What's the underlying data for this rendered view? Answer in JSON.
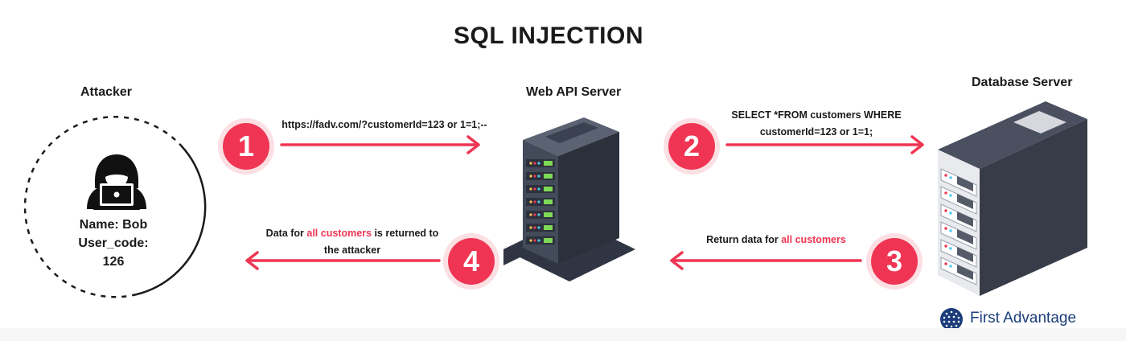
{
  "title": "SQL INJECTION",
  "nodes": {
    "attacker": {
      "label": "Attacker",
      "name_line": "Name: Bob",
      "code_line1": "User_code:",
      "code_line2": "126"
    },
    "web_server": {
      "label": "Web  API Server"
    },
    "db_server": {
      "label": "Database Server"
    }
  },
  "steps": [
    {
      "number": "1",
      "text": "https://fadv.com/?customerId=123 or 1=1;--"
    },
    {
      "number": "2",
      "line1": "SELECT *FROM customers WHERE",
      "line2": "customerId=123 or 1=1;"
    },
    {
      "number": "3",
      "prefix": "Return  data for ",
      "highlight": "all customers"
    },
    {
      "number": "4",
      "prefix": "Data for ",
      "highlight": "all customers",
      "suffix": " is returned to",
      "line2": "the attacker"
    }
  ],
  "brand": {
    "name": "First Advantage",
    "icon": "globe-dots-icon"
  },
  "colors": {
    "accent": "#ef3553",
    "server_dark": "#3b4252",
    "led_green": "#7ed957"
  }
}
